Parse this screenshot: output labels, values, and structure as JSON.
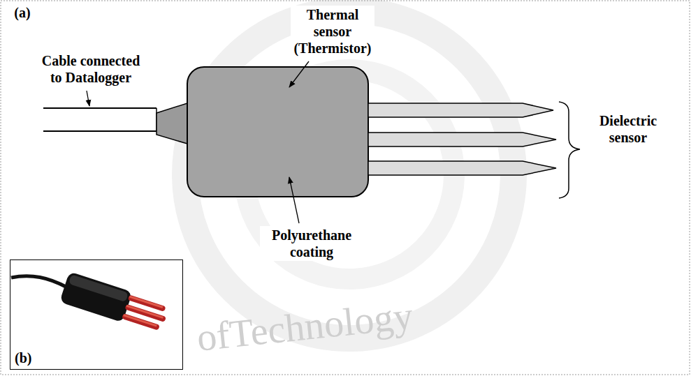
{
  "diagram": {
    "nodes": [
      {
        "text": [
          "(b)"
        ]
      }
    ],
    "labels": [
      "(a)",
      "Cable connected to Datalogger",
      "Thermal sensor (Thermistor)",
      "Polyurethane coating",
      "Dielectric sensor",
      "ofTechnology"
    ]
  }
}
